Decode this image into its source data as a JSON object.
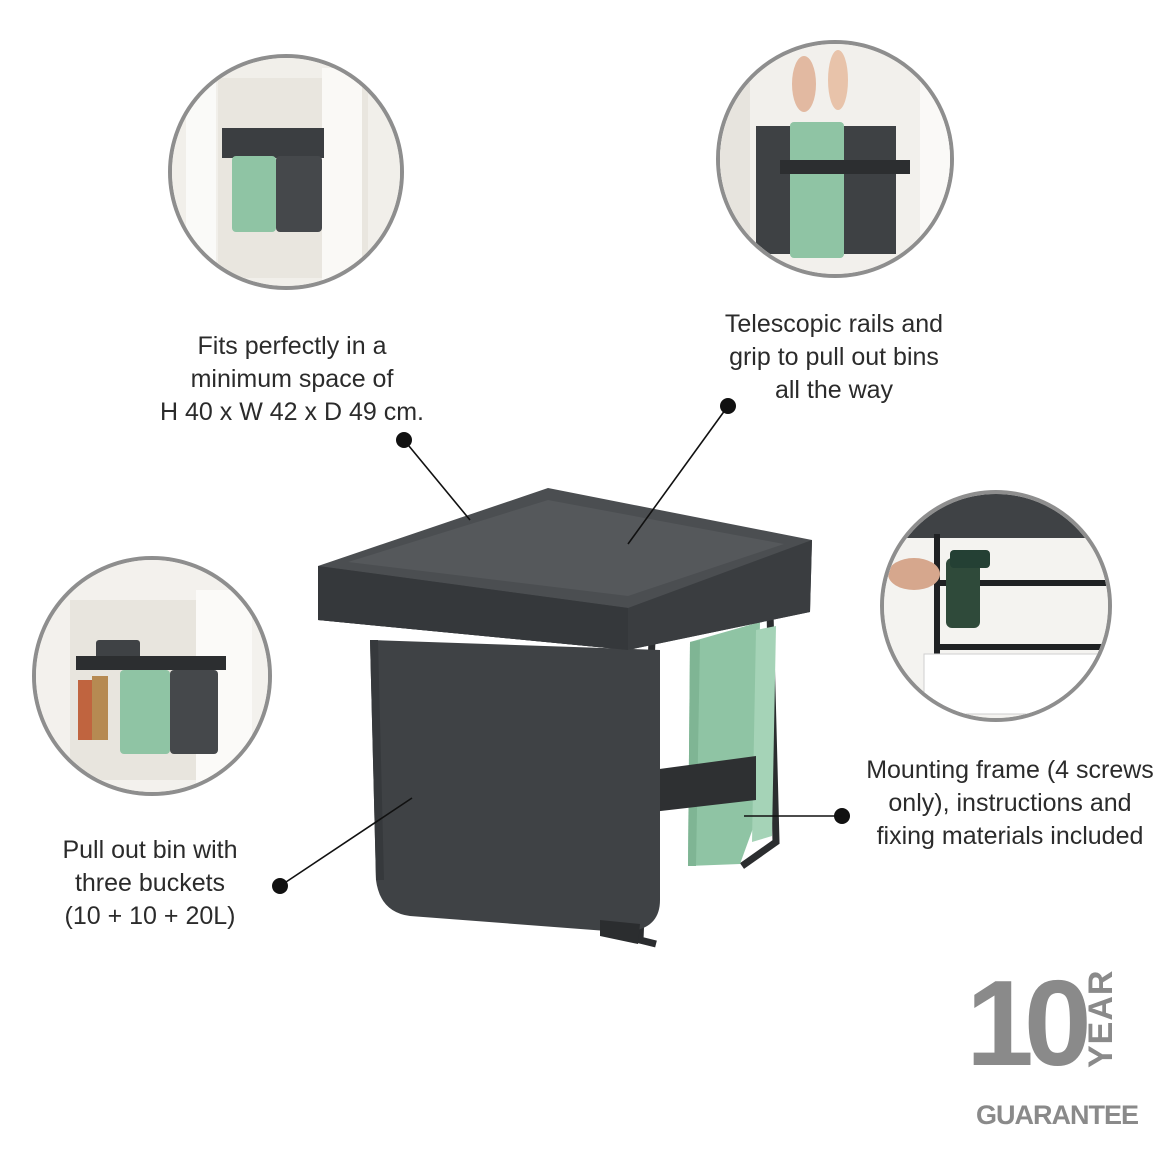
{
  "callouts": {
    "fits": {
      "lines": [
        "Fits perfectly in a",
        "minimum space of",
        "H 40 x W 42 x D 49 cm."
      ]
    },
    "rails": {
      "lines": [
        "Telescopic rails and",
        "grip to pull out bins",
        "all the way"
      ]
    },
    "mounting": {
      "lines": [
        "Mounting frame (4 screws",
        "only), instructions and",
        "fixing materials included"
      ]
    },
    "buckets": {
      "lines": [
        "Pull out bin with",
        "three buckets",
        "(10 + 10 + 20L)"
      ]
    }
  },
  "badge": {
    "number": "10",
    "year": "YEAR",
    "guarantee": "GUARANTEE"
  },
  "colors": {
    "bin_dark": "#3f4245",
    "bin_lid": "#4b4e51",
    "bucket_mint": "#8fc4a4",
    "frame": "#2b2d2f",
    "circle_border": "#8e8e8e",
    "badge_gray": "#8a8a8a"
  },
  "images": {
    "top_left": "cabinet-install-photo",
    "top_right": "pull-out-bucket-photo",
    "mid_left": "open-cabinet-photo",
    "mid_right": "drill-mounting-photo",
    "center": "pull-out-bin-product"
  }
}
